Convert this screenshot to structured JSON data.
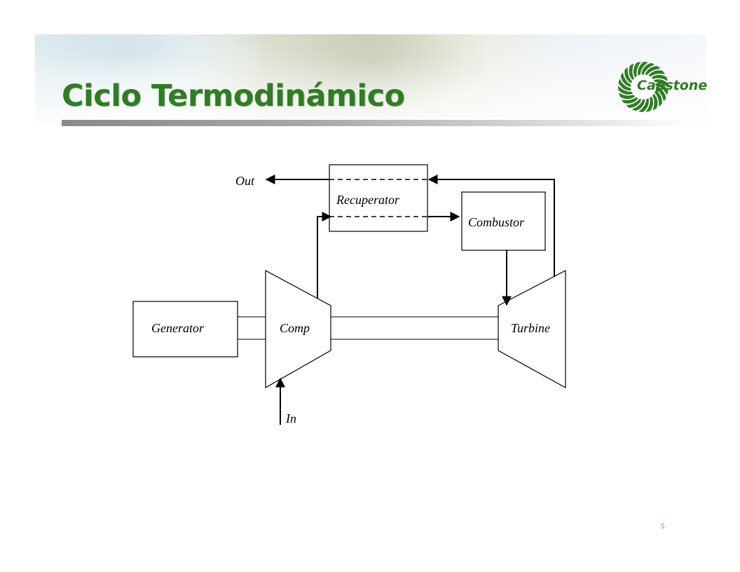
{
  "slide": {
    "title": "Ciclo Termodinámico",
    "page_number": "5"
  },
  "logo": {
    "text": "Capstone",
    "color": "#2e7d23"
  },
  "diagram": {
    "labels": {
      "out": "Out",
      "recuperator": "Recuperator",
      "combustor": "Combustor",
      "generator": "Generator",
      "comp": "Comp",
      "turbine": "Turbine",
      "in": "In"
    }
  },
  "colors": {
    "title_green": "#2e7d23",
    "line": "#000000"
  }
}
